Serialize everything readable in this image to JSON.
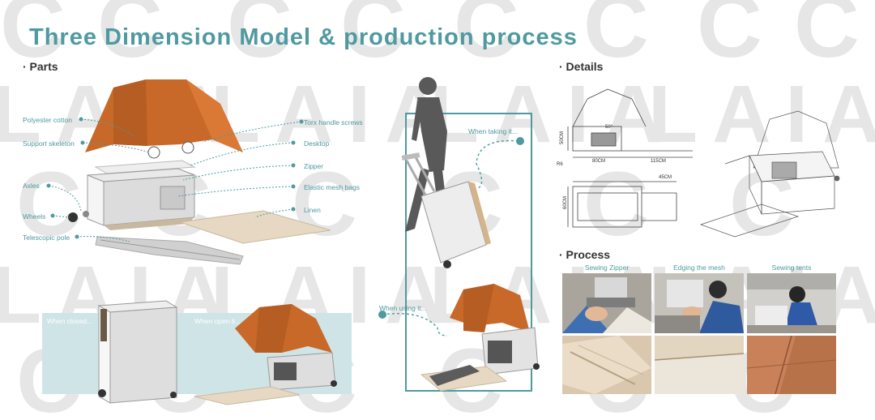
{
  "page": {
    "title": "Three Dimension Model & production process",
    "watermark": {
      "row1": "C",
      "row2": "LAIA"
    }
  },
  "parts": {
    "heading": "· Parts",
    "labels_left": [
      "Polyester cotton",
      "Support skeleton",
      "Axles",
      "Wheels",
      "Telescopic pole"
    ],
    "labels_right": [
      "Torx handle screws",
      "Desktop",
      "Zipper",
      "Elastic mesh bags",
      "Linen"
    ]
  },
  "states": {
    "closed": "When closed...",
    "open": "When open it...",
    "taking": "When taking it...",
    "using": "When using it..."
  },
  "details": {
    "heading": "· Details",
    "dims": {
      "angle": "50°",
      "h": "50CM",
      "w": "80CM",
      "ext": "115CM",
      "r": "R6",
      "d": "45CM",
      "d2": "60CM"
    }
  },
  "process": {
    "heading": "· Process",
    "steps": [
      "Sewing Zipper",
      "Edging the mesh",
      "Sewing tents"
    ]
  },
  "colors": {
    "accent": "#4f9aa0",
    "tent": "#c8692a",
    "panel": "#cfe4e6"
  }
}
